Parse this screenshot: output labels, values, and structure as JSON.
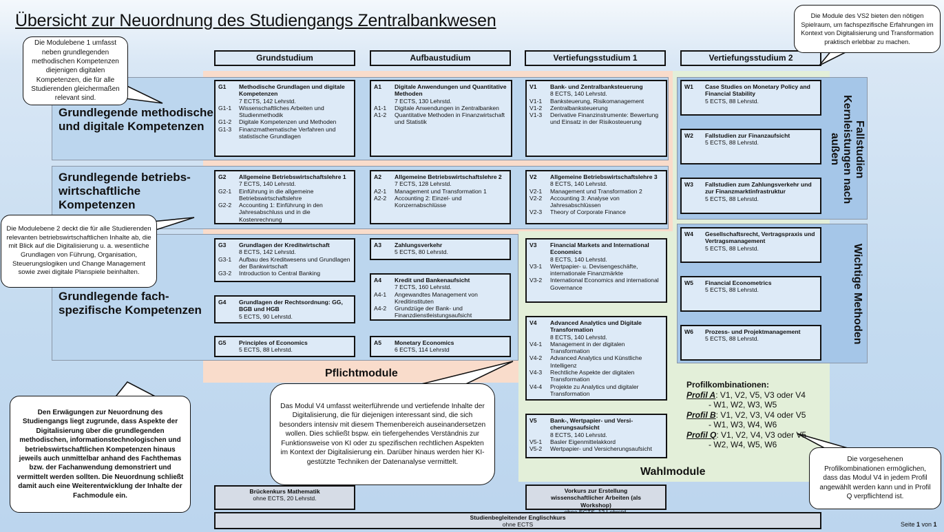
{
  "title": "Übersicht zur Neuordnung des Studiengangs Zentralbankwesen",
  "columns": [
    "Grundstudium",
    "Aufbaustudium",
    "Vertiefungsstudium 1",
    "Vertiefungsstudium 2"
  ],
  "rows": [
    "Grundlegende methodische und digitale Kompetenzen",
    "Grundlegende betriebs-wirtschaftliche Kompetenzen",
    "Grundlegende fach-spezifische Kompetenzen"
  ],
  "sections": {
    "pflicht": "Pflichtmodule",
    "wahl": "Wahlmodule",
    "fallstudien": "Fallstudien Kernleistungen nach außen",
    "methoden": "Wichtige Methoden"
  },
  "modules": {
    "G1": {
      "code": "G1",
      "title": "Methodische Grundlagen und digitale Kompetenzen",
      "ects": "7 ECTS, 142 Lehrstd.",
      "subs": [
        [
          "G1-1",
          "Wissenschaftliches Arbeiten und Studienmethodik"
        ],
        [
          "G1-2",
          "Digitale Kompetenzen und Methoden"
        ],
        [
          "G1-3",
          "Finanzmathematische Verfahren und statistische Grundlagen"
        ]
      ]
    },
    "A1": {
      "code": "A1",
      "title": "Digitale Anwendungen und Quantitative Methoden",
      "ects": "7 ECTS, 130 Lehrstd.",
      "subs": [
        [
          "A1-1",
          "Digitale Anwendungen in Zentralbanken"
        ],
        [
          "A1-2",
          "Quantitative Methoden in Finanzwirtschaft und Statistik"
        ]
      ]
    },
    "V1": {
      "code": "V1",
      "title": "Bank- und Zentralbanksteuerung",
      "ects": "8 ECTS, 140 Lehrstd.",
      "subs": [
        [
          "V1-1",
          "Banksteuerung, Risikomanagement"
        ],
        [
          "V1-2",
          "Zentralbanksteuerung"
        ],
        [
          "V1-3",
          "Derivative Finanzinstrumente: Bewertung und Einsatz in der Risikosteuerung"
        ]
      ]
    },
    "G2": {
      "code": "G2",
      "title": "Allgemeine Betriebswirtschaftslehre 1",
      "ects": "7 ECTS, 140 Lehrstd.",
      "subs": [
        [
          "G2-1",
          "Einführung in die allgemeine Betriebswirtschaftslehre"
        ],
        [
          "G2-2",
          "Accounting 1: Einführung in den Jahresabschluss und in die Kostenrechnung"
        ]
      ]
    },
    "A2": {
      "code": "A2",
      "title": "Allgemeine Betriebswirtschaftslehre 2",
      "ects": "7 ECTS, 128 Lehrstd.",
      "subs": [
        [
          "A2-1",
          "Management und Transformation 1"
        ],
        [
          "A2-2",
          "Accounting 2: Einzel- und Konzernabschlüsse"
        ]
      ]
    },
    "V2": {
      "code": "V2",
      "title": "Allgemeine Betriebswirtschaftslehre 3",
      "ects": "8 ECTS, 140 Lehrstd.",
      "subs": [
        [
          "V2-1",
          "Management und Transformation 2"
        ],
        [
          "V2-2",
          "Accounting 3: Analyse von Jahresabschlüssen"
        ],
        [
          "V2-3",
          "Theory of Corporate Finance"
        ]
      ]
    },
    "G3": {
      "code": "G3",
      "title": "Grundlagen der Kreditwirtschaft",
      "ects": "8 ECTS, 142 Lehrstd.",
      "subs": [
        [
          "G3-1",
          "Aufbau des Kreditwesens und Grundlagen der Bankwirtschaft"
        ],
        [
          "G3-2",
          "Introduction to Central Banking"
        ]
      ]
    },
    "A3": {
      "code": "A3",
      "title": "Zahlungsverkehr",
      "ects": "5 ECTS, 80 Lehrstd.",
      "subs": []
    },
    "A4": {
      "code": "A4",
      "title": "Kredit und Bankenaufsicht",
      "ects": "7 ECTS, 160 Lehrstd.",
      "subs": [
        [
          "A4-1",
          "Angewandtes Management von Kreditinstituten"
        ],
        [
          "A4-2",
          "Grundzüge der Bank- und Finanzdienstleistungsaufsicht"
        ]
      ]
    },
    "G4": {
      "code": "G4",
      "title": "Grundlagen der Rechtsordnung: GG, BGB und HGB",
      "ects": "5 ECTS, 90 Lehrstd.",
      "subs": []
    },
    "G5": {
      "code": "G5",
      "title": "Principles of Economics",
      "ects": "5 ECTS, 88 Lehrstd.",
      "subs": []
    },
    "A5": {
      "code": "A5",
      "title": "Monetary Economics",
      "ects": "6 ECTS, 114 Lehrstd",
      "subs": []
    },
    "V3": {
      "code": "V3",
      "title": "Financial Markets and International Economics",
      "ects": "8 ECTS, 140 Lehrstd.",
      "subs": [
        [
          "V3-1",
          "Wertpapier- u. Devisengeschäfte, internationale Finanzmärkte"
        ],
        [
          "V3-2",
          "International Economics and international Governance"
        ]
      ]
    },
    "V4": {
      "code": "V4",
      "title": "Advanced Analytics und Digitale Transformation",
      "ects": "8 ECTS, 140 Lehrstd.",
      "subs": [
        [
          "V4-1",
          "Management in der digitalen Transformation"
        ],
        [
          "V4-2",
          "Advanced Analytics und Künstliche Intelligenz"
        ],
        [
          "V4-3",
          "Rechtliche Aspekte der digitalen Transformation"
        ],
        [
          "V4-4",
          "Projekte zu Analytics und digitaler Transformation"
        ]
      ]
    },
    "V5": {
      "code": "V5",
      "title": "Bank-, Wertpapier- und Versi-cherungsaufsicht",
      "ects": "8 ECTS, 140 Lehrstd.",
      "subs": [
        [
          "V5-1",
          "Basler Eigenmittelakkord"
        ],
        [
          "V5-2",
          "Wertpapier- und Versicherungsaufsicht"
        ]
      ]
    },
    "W1": {
      "code": "W1",
      "title": "Case Studies on Monetary Policy and Financial Stability",
      "ects": "5 ECTS, 88 Lehrstd.",
      "subs": []
    },
    "W2": {
      "code": "W2",
      "title": "Fallstudien zur Finanzaufsicht",
      "ects": "5 ECTS, 88 Lehrstd.",
      "subs": []
    },
    "W3": {
      "code": "W3",
      "title": "Fallstudien zum Zahlungsverkehr und zur Finanzmarktinfrastruktur",
      "ects": "5 ECTS, 88 Lehrstd.",
      "subs": []
    },
    "W4": {
      "code": "W4",
      "title": "Gesellschaftsrecht, Vertragspraxis und Vertragsmanagement",
      "ects": "5 ECTS, 88 Lehrstd.",
      "subs": []
    },
    "W5": {
      "code": "W5",
      "title": "Financial Econometrics",
      "ects": "5 ECTS, 88 Lehrstd.",
      "subs": []
    },
    "W6": {
      "code": "W6",
      "title": "Prozess- und Projektmanagement",
      "ects": "5 ECTS, 88 Lehrstd.",
      "subs": []
    }
  },
  "extra": {
    "brueckenkurs": {
      "title": "Brückenkurs Mathematik",
      "info": "ohne ECTS, 20 Lehrstd."
    },
    "vorkurs": {
      "title": "Vorkurs zur Erstellung wissenschaftlicher Arbeiten (als Workshop)",
      "info": "ohne ECTS, 12 Lehrstd."
    },
    "englisch": {
      "title": "Studienbegleitender Englischkurs",
      "info": "ohne ECTS"
    }
  },
  "profile": {
    "heading": "Profilkombinationen:",
    "items": [
      {
        "label": "Profil A",
        "line1": ": V1, V2, V5, V3 oder V4",
        "line2": "- W1, W2, W3, W5"
      },
      {
        "label": "Profil B",
        "line1": ": V1, V2, V3, V4 oder V5",
        "line2": "- W1, W3, W4, W6"
      },
      {
        "label": "Profil Q",
        "line1": ": V1, V2, V4, V3 oder V5",
        "line2": "- W2, W4, W5, W6"
      }
    ]
  },
  "callouts": {
    "ebene1": "Die Modulebene 1 umfasst neben grundlegenden methodischen Kompetenzen diejenigen digitalen Kompetenzen, die für alle Studierenden gleichermaßen relevant sind.",
    "vs2": "Die Module des VS2 bieten den nötigen Spielraum, um fachspezifische Erfahrungen im Kontext von Digitalisierung und Transformation praktisch erlebbar zu machen.",
    "ebene2": "Die Modulebene 2 deckt die für alle Studierenden relevanten betriebswirtschaftlichen Inhalte ab, die mit Blick auf die Digitalisierung u. a. wesentliche Grundlagen von Führung, Organisation, Steuerungslogiken und Change Management sowie zwei digitale Planspiele beinhalten.",
    "erwaegungen": "Den Erwägungen zur Neuordnung des Studiengangs liegt zugrunde, dass Aspekte der Digitalisierung über die grundlegenden methodischen, informationstechnologischen und betriebswirtschaftlichen Kompetenzen hinaus jeweils auch unmittelbar anhand des Fachthemas bzw. der Fachanwendung demonstriert und vermittelt werden sollten. Die Neuordnung schließt damit auch eine Weiterentwicklung der Inhalte der Fachmodule ein.",
    "v4": "Das Modul V4 umfasst weiterführende und vertiefende Inhalte der Digitalisierung, die für diejenigen interessant sind, die sich besonders intensiv mit diesem Themenbereich auseinandersetzen wollen. Dies schließt bspw. ein tiefergehendes Verständnis zur Funktionsweise von KI oder zu spezifischen rechtlichen Aspekten im Kontext der Digitalisierung ein. Darüber hinaus werden hier KI-gestützte Techniken der Datenanalyse vermittelt.",
    "profil": "Die vorgesehenen Profilkombinationen ermöglichen, dass das Modul V4 in jedem Profil angewählt werden kann und in Profil Q verpflichtend ist."
  },
  "footer": {
    "prefix": "Seite ",
    "page": "1",
    "mid": " von ",
    "total": "1"
  }
}
